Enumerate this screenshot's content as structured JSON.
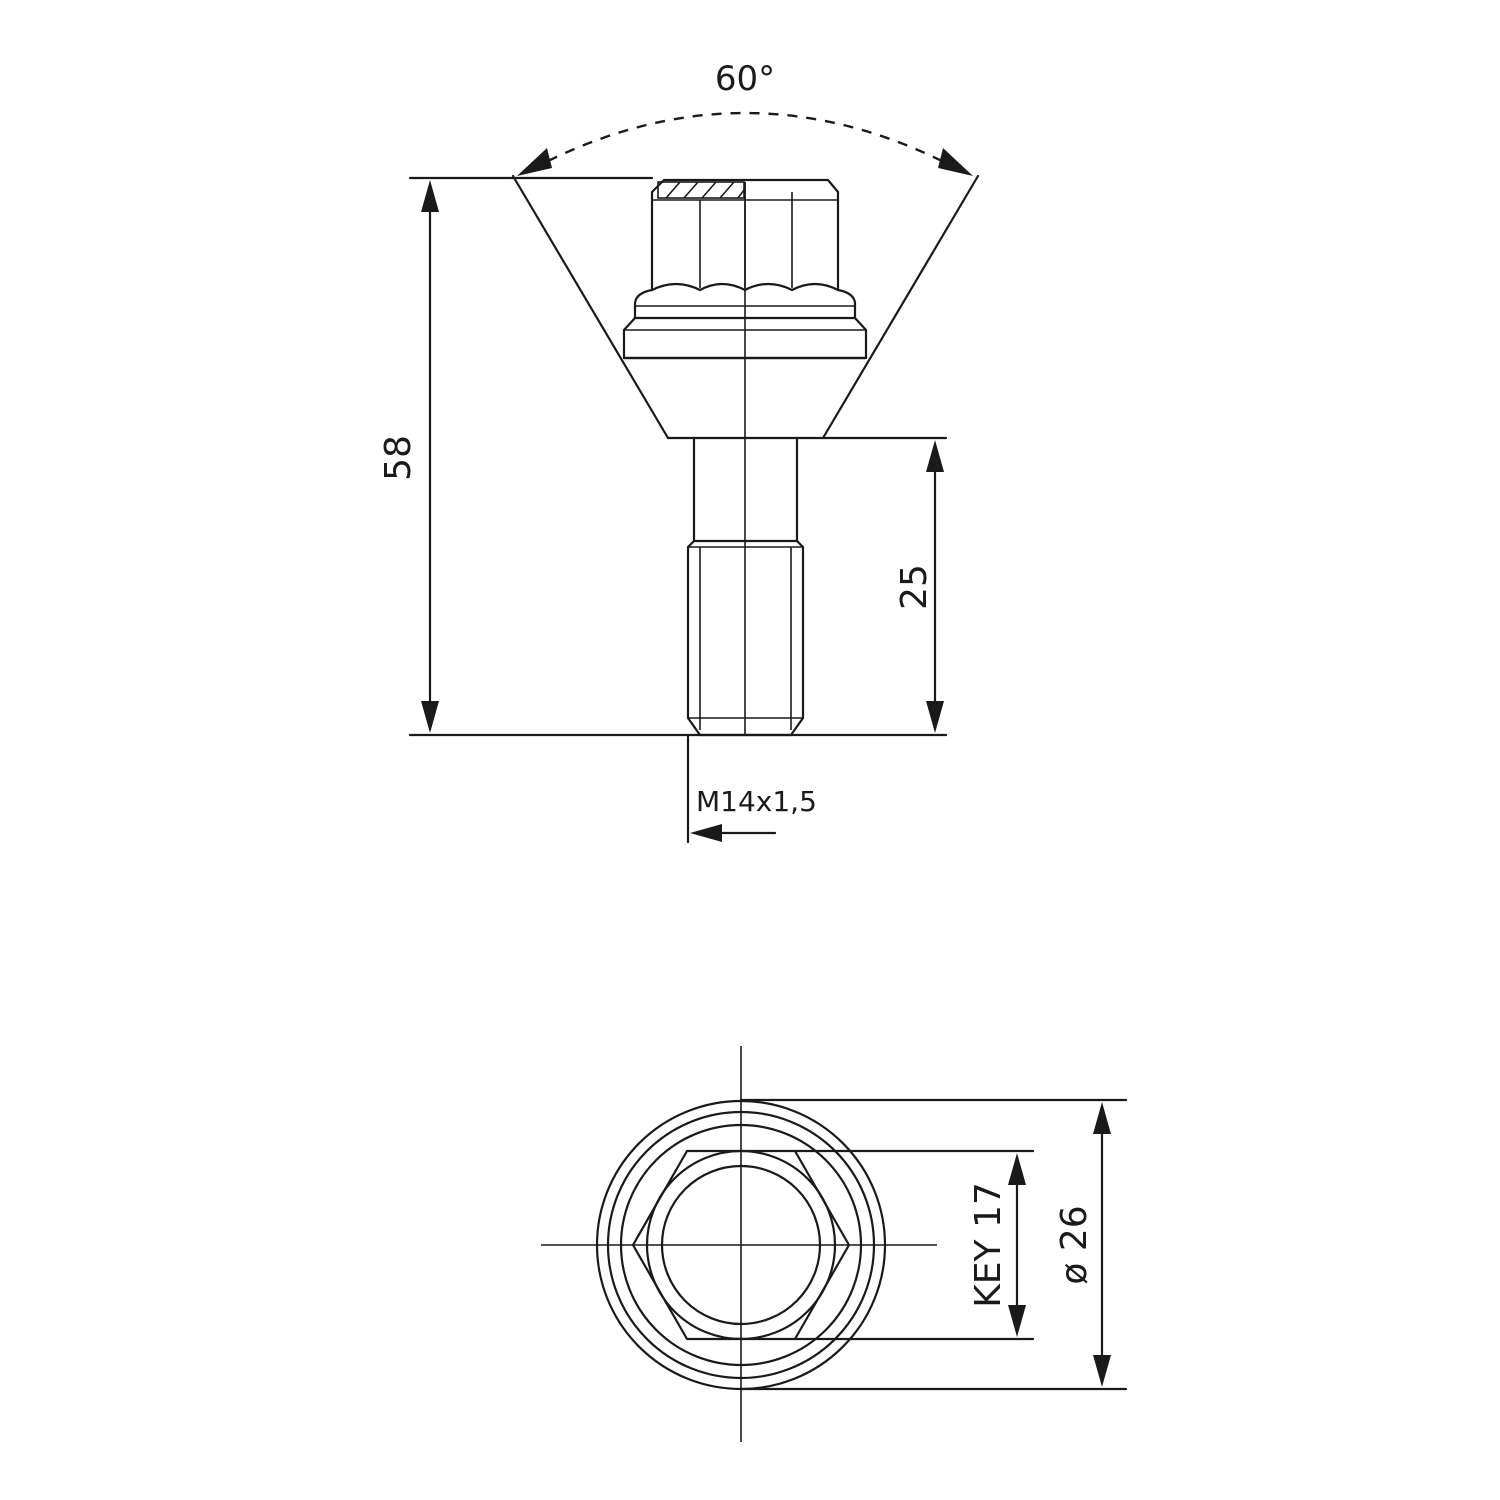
{
  "dimensions": {
    "angle": "60°",
    "overall_length": "58",
    "thread_length": "25",
    "thread_spec": "M14x1,5",
    "key_size": "KEY 17",
    "diameter": "ø 26"
  },
  "colors": {
    "line": "#1a1a1a",
    "background": "#ffffff"
  }
}
